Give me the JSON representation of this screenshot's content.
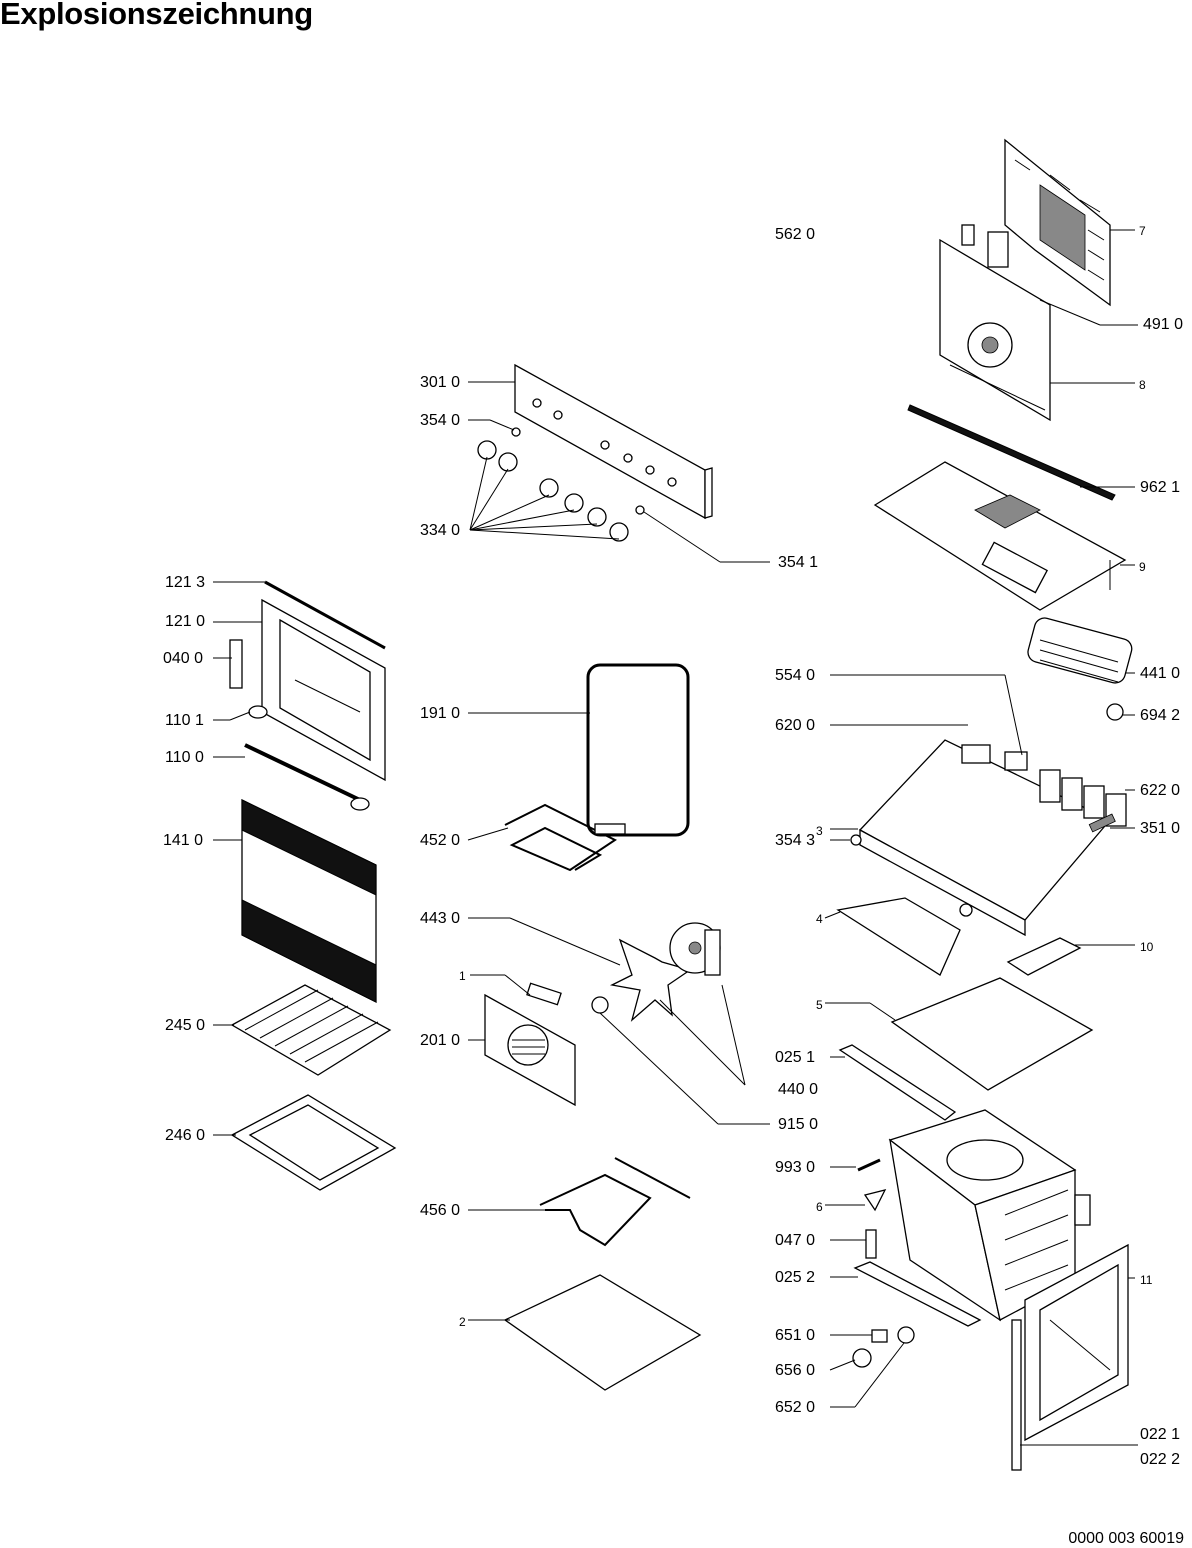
{
  "title": "Explosionszeichnung",
  "document_number": "0000 003 60019",
  "labels": {
    "l5620": "562 0",
    "l7": "7",
    "l4910": "491 0",
    "l8": "8",
    "l3010": "301 0",
    "l3540": "354 0",
    "l9621": "962 1",
    "l3340": "334 0",
    "l9": "9",
    "l3541": "354 1",
    "l1213": "121 3",
    "l1210": "121 0",
    "l0400": "040 0",
    "l4410": "441 0",
    "l5540": "554 0",
    "l1910": "191 0",
    "l6942": "694 2",
    "l1101": "110 1",
    "l6200": "620 0",
    "l1100": "110 0",
    "l6220": "622 0",
    "l3": "3",
    "l1410": "141 0",
    "l4520": "452 0",
    "l3543": "354 3",
    "l3510": "351 0",
    "l4430": "443 0",
    "l4": "4",
    "l10": "10",
    "l1": "1",
    "l2450": "245 0",
    "l5": "5",
    "l2010": "201 0",
    "l0251": "025 1",
    "l4400": "440 0",
    "l9150": "915 0",
    "l2460": "246 0",
    "l9930": "993 0",
    "l6": "6",
    "l4560": "456 0",
    "l0470": "047 0",
    "l0252": "025 2",
    "l11": "11",
    "l2": "2",
    "l6510": "651 0",
    "l6560": "656 0",
    "l6520": "652 0",
    "l0221": "022 1",
    "l0222": "022 2"
  }
}
